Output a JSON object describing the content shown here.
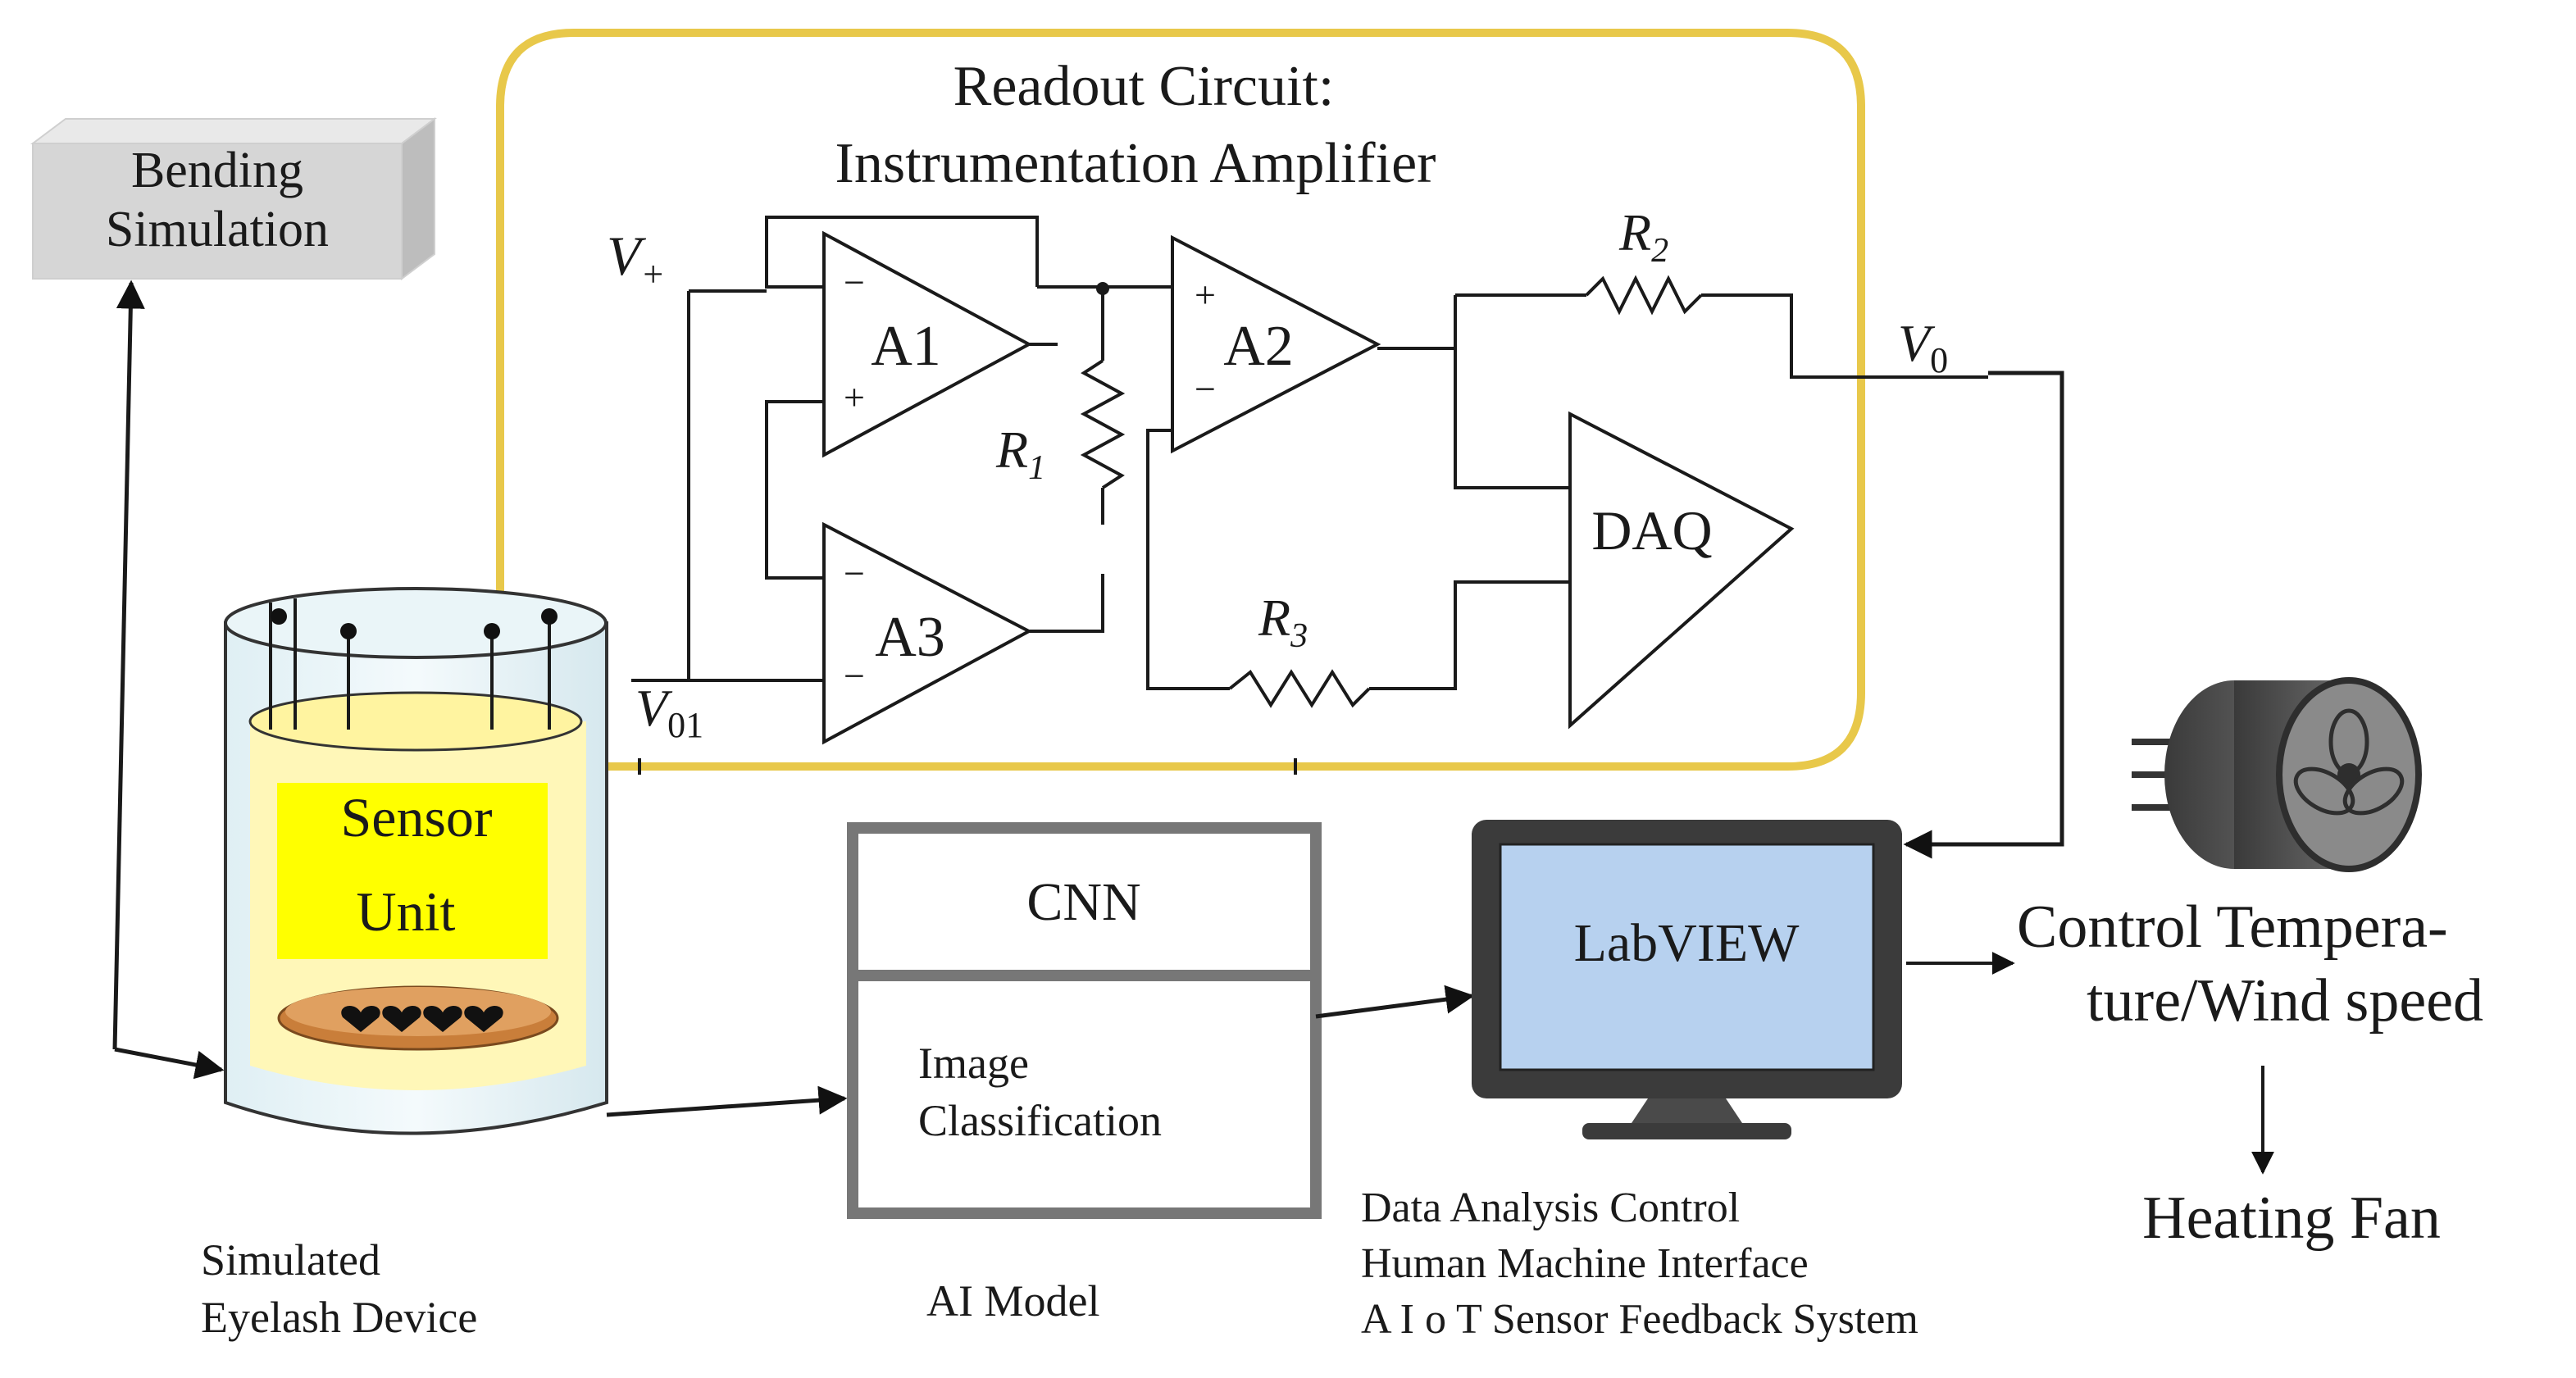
{
  "readout": {
    "title_line1": "Readout Circuit:",
    "title_line2": "Instrumentation Amplifier",
    "frame_color": "#e8c84a"
  },
  "circuit": {
    "v_plus": "V",
    "v_plus_sub": "+",
    "v01": "V",
    "v01_sub": "01",
    "v0": "V",
    "v0_sub": "0",
    "amp_a1": "A1",
    "amp_a2": "A2",
    "amp_a3": "A3",
    "daq": "DAQ",
    "r1": "R",
    "r1_sub": "1",
    "r2": "R",
    "r2_sub": "2",
    "r3": "R",
    "r3_sub": "3",
    "minus": "−",
    "plus": "+"
  },
  "bending": {
    "line1": "Bending",
    "line2": "Simulation"
  },
  "sensor": {
    "line1": "Sensor",
    "line2": "Unit",
    "label_color": "#ffff00",
    "caption_line1": "Simulated",
    "caption_line2": "Eyelash Device"
  },
  "ai_model": {
    "top": "CNN",
    "bottom_line1": "Image",
    "bottom_line2": "Classification",
    "caption": "AI Model"
  },
  "labview": {
    "screen_label": "LabVIEW",
    "screen_color": "#b7d1ef",
    "caption_line1": "Data Analysis Control",
    "caption_line2": "Human Machine Interface",
    "caption_line3": "A I o T Sensor Feedback System"
  },
  "control": {
    "line1": "Control Tempera-",
    "line2": "ture/Wind speed",
    "fan_label": "Heating Fan"
  },
  "icons": [
    "fan-icon",
    "monitor-icon",
    "arrow-icon"
  ]
}
